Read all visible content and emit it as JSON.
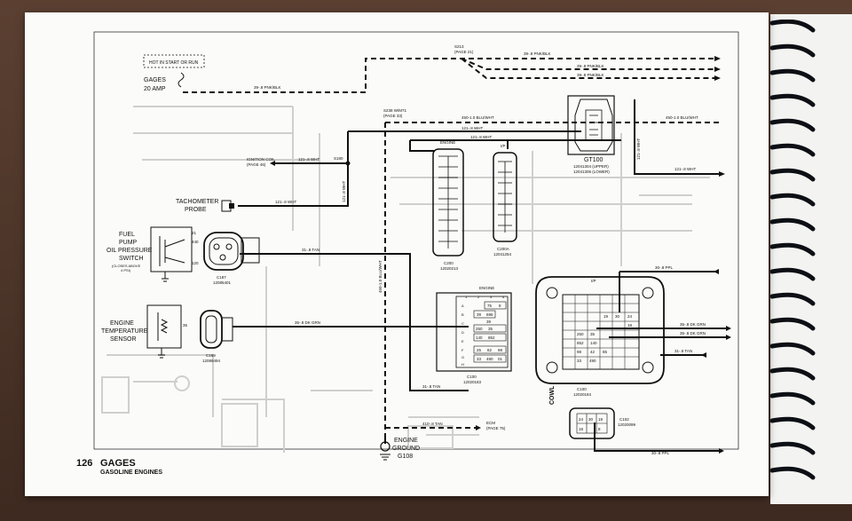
{
  "fuse": {
    "warning": "HOT IN START OR RUN",
    "name": "GAGES",
    "rating": "20 AMP"
  },
  "splice_s213": {
    "id": "S213",
    "ref": "(PAGE 21)"
  },
  "wires": {
    "pnk_blk": "39-.8 PNK/BLK",
    "dash_left": "39-.8 PNK/BLK",
    "blu_wht": "450-1.0 BLU/WHT",
    "blu_wht_vert": "450-1.0 BLU/WHT",
    "wht_121": "121-.8 WHT",
    "tan_31": "31-.8 TAN",
    "dk_grn_35": "35-.8 DK GRN",
    "ppl_30": "30-.8 PPL",
    "tan_410": "410-.8 TAN"
  },
  "ignition_coil": {
    "label": "IGNITION COIL",
    "ref": "(PAGE 46)"
  },
  "splice_s180": "S180",
  "splice_s238": {
    "id": "S238 W/M71",
    "ref": "(PAGE 33)"
  },
  "tach": {
    "line1": "TACHOMETER",
    "line2": "PROBE"
  },
  "fuel_pump": {
    "l1": "FUEL",
    "l2": "PUMP",
    "l3": "OIL PRESSURE",
    "l4": "SWITCH",
    "note1": "(CLOSES ABOVE",
    "note2": "4 PSI)"
  },
  "fuel_pins": [
    "21",
    "440",
    "120"
  ],
  "c187": {
    "id": "C187",
    "part": "12085401"
  },
  "temp_sensor": {
    "l1": "ENGINE",
    "l2": "TEMPERATURE",
    "l3": "SENSOR",
    "pin": "35"
  },
  "c189": {
    "id": "C189",
    "part": "12089494"
  },
  "c200": {
    "engine": "ENGINE",
    "id": "C200",
    "part": "12020213"
  },
  "c200a": {
    "ip": "I/P",
    "id": "C200A",
    "part": "12041254"
  },
  "gt100": {
    "id": "GT100",
    "upper": "12041304 (UPPER)",
    "lower": "12041305 (LOWER)"
  },
  "c100": {
    "engine": "ENGINE",
    "ip": "I/P",
    "id": "C100",
    "part": "12020183",
    "part2": "12020184",
    "cols": [
      "1",
      "2",
      "3",
      "4"
    ],
    "rows": [
      "A",
      "B",
      "C",
      "D",
      "E",
      "F",
      "G",
      "H"
    ]
  },
  "c100_cells": [
    "75",
    "8",
    "39",
    "696",
    "39",
    "250",
    "35",
    "140",
    "852",
    "25",
    "82",
    "98",
    "33",
    "490",
    "01"
  ],
  "c100ip_cells": [
    "19",
    "30",
    "24",
    "18",
    "250",
    "35",
    "852",
    "140",
    "98",
    "42",
    "85",
    "490",
    "33"
  ],
  "cowl": "COWL",
  "engine_ground": {
    "l1": "ENGINE",
    "l2": "GROUND",
    "id": "G108"
  },
  "ecm": {
    "label": "ECM",
    "ref": "(PAGE 75)"
  },
  "c102": {
    "id": "C102",
    "part": "12020099",
    "cells": [
      "24",
      "30",
      "19",
      "18",
      "8"
    ]
  },
  "footer": {
    "page": "126",
    "title": "GAGES",
    "subtitle": "GASOLINE ENGINES"
  },
  "colors": {
    "page": "#fbfbf9",
    "ink": "#111111",
    "ghost": "#c8c8c8"
  }
}
